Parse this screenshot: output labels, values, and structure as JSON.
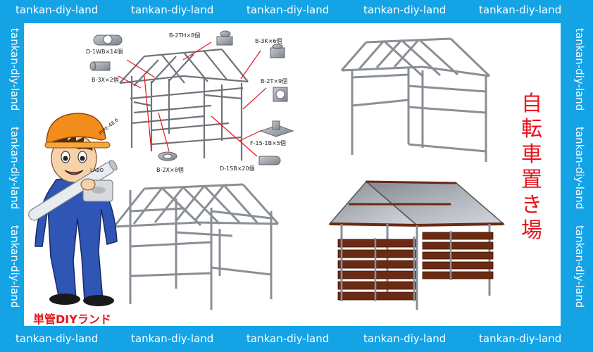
{
  "watermark": "tankan-diy-land",
  "title_chars": [
    "自",
    "転",
    "車",
    "置",
    "き",
    "場"
  ],
  "brand": "単管DIYランド",
  "helmet_text": "PIPE-48.6",
  "block_text": "LABO",
  "parts": [
    {
      "label": "D-1WB×14個"
    },
    {
      "label": "B-3X×2個"
    },
    {
      "label": "B-2TH×8個"
    },
    {
      "label": "B-3K×6個"
    },
    {
      "label": "B-2T×9個"
    },
    {
      "label": "F-15-1B×5個"
    },
    {
      "label": "D-1SB×20個"
    },
    {
      "label": "B-2X×8個"
    }
  ],
  "colors": {
    "border": "#14a4e6",
    "title_red": "#e8141e",
    "frame_gray": "#8a8f96",
    "wood": "#6b2a12",
    "roof_glass": "#8a8f99"
  }
}
